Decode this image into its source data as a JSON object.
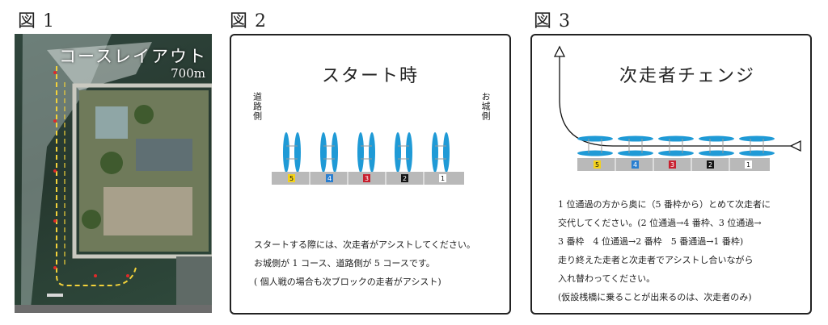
{
  "figures": [
    {
      "label": "図 1"
    },
    {
      "label": "図 2"
    },
    {
      "label": "図 3"
    }
  ],
  "fig1": {
    "title": "コースレイアウト",
    "distance": "700m"
  },
  "fig2": {
    "title": "スタート時",
    "left_side": "道路側",
    "right_side": "お城側",
    "lanes": [
      "5",
      "4",
      "3",
      "2",
      "1"
    ],
    "notes": [
      "スタートする際には、次走者がアシストしてください。",
      "お城側が 1 コース、道路側が 5 コースです。",
      "( 個人戦の場合も次ブロックの走者がアシスト)"
    ]
  },
  "fig3": {
    "title": "次走者チェンジ",
    "lanes": [
      "5",
      "4",
      "3",
      "2",
      "1"
    ],
    "notes": [
      "1 位通過の方から奥に（5 番枠から）とめて次走者に",
      "交代してください。(2 位通過→4 番枠、3 位通過→",
      "3 番枠　4 位通過→2 番枠　5 番通過→1 番枠)",
      "走り終えた走者と次走者でアシストし合いながら",
      "入れ替わってください。",
      "(仮設桟橋に乗ることが出来るのは、次走者のみ)"
    ]
  },
  "colors": {
    "lane5": "#f4d21a",
    "lane4": "#2a7fd0",
    "lane3": "#c8202f",
    "lane2": "#151515",
    "lane1": "#ffffff",
    "boat": "#1f9ad6",
    "dock": "#b9b9b9"
  }
}
